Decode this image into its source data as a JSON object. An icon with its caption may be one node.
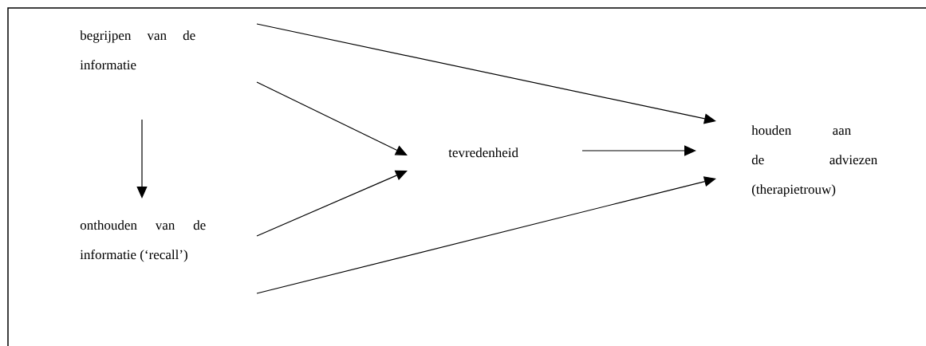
{
  "diagram": {
    "nodes": [
      {
        "text": [
          "begrijpen van de informatie"
        ]
      },
      {
        "text": [
          "onthouden van de informatie (‘recall’)"
        ]
      },
      {
        "text": [
          "tevredenheid"
        ]
      },
      {
        "text": [
          "houden aan de adviezen (therapietrouw)"
        ]
      }
    ],
    "edges": [
      {
        "from": 0,
        "to": 3,
        "arrow": "to"
      },
      {
        "from": 0,
        "to": 2,
        "arrow": "to"
      },
      {
        "from": 0,
        "to": 1,
        "arrow": "to"
      },
      {
        "from": 1,
        "to": 2,
        "arrow": "to"
      },
      {
        "from": 1,
        "to": 3,
        "arrow": "to"
      },
      {
        "from": 2,
        "to": 3,
        "arrow": "to"
      }
    ]
  }
}
